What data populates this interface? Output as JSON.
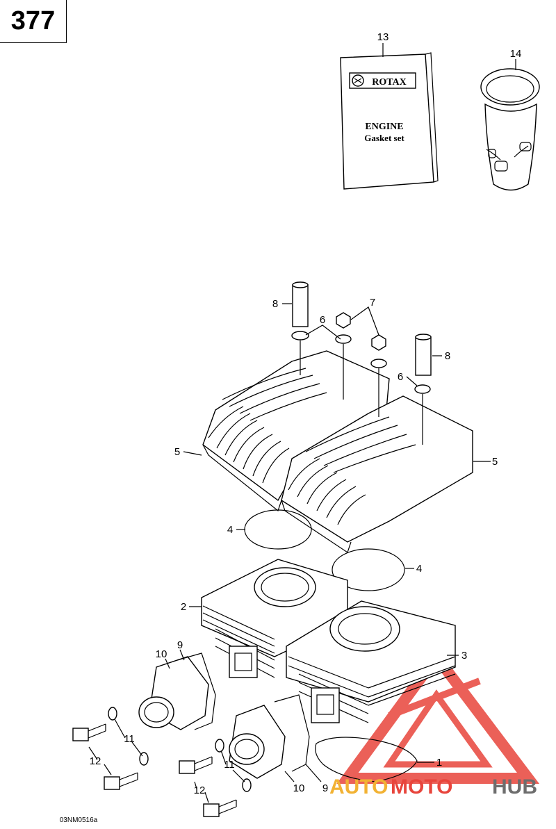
{
  "page_number": "377",
  "diagram_code": "03NM0516a",
  "gasket_set": {
    "brand": "ROTAX",
    "line1": "ENGINE",
    "line2": "Gasket set"
  },
  "callouts": {
    "c1": "1",
    "c2": "2",
    "c3": "3",
    "c4a": "4",
    "c4b": "4",
    "c5a": "5",
    "c5b": "5",
    "c6a": "6",
    "c6b": "6",
    "c7": "7",
    "c8a": "8",
    "c8b": "8",
    "c9a": "9",
    "c9b": "9",
    "c10a": "10",
    "c10b": "10",
    "c11a": "11",
    "c11b": "11",
    "c12a": "12",
    "c12b": "12",
    "c13": "13",
    "c14": "14"
  },
  "watermark": {
    "part1": "AUTO",
    "part2": "MOTO",
    "part3": "HUB",
    "color_primary": "#e8453c",
    "color_secondary": "#f2b233",
    "color_tertiary": "#6d6d6d"
  }
}
